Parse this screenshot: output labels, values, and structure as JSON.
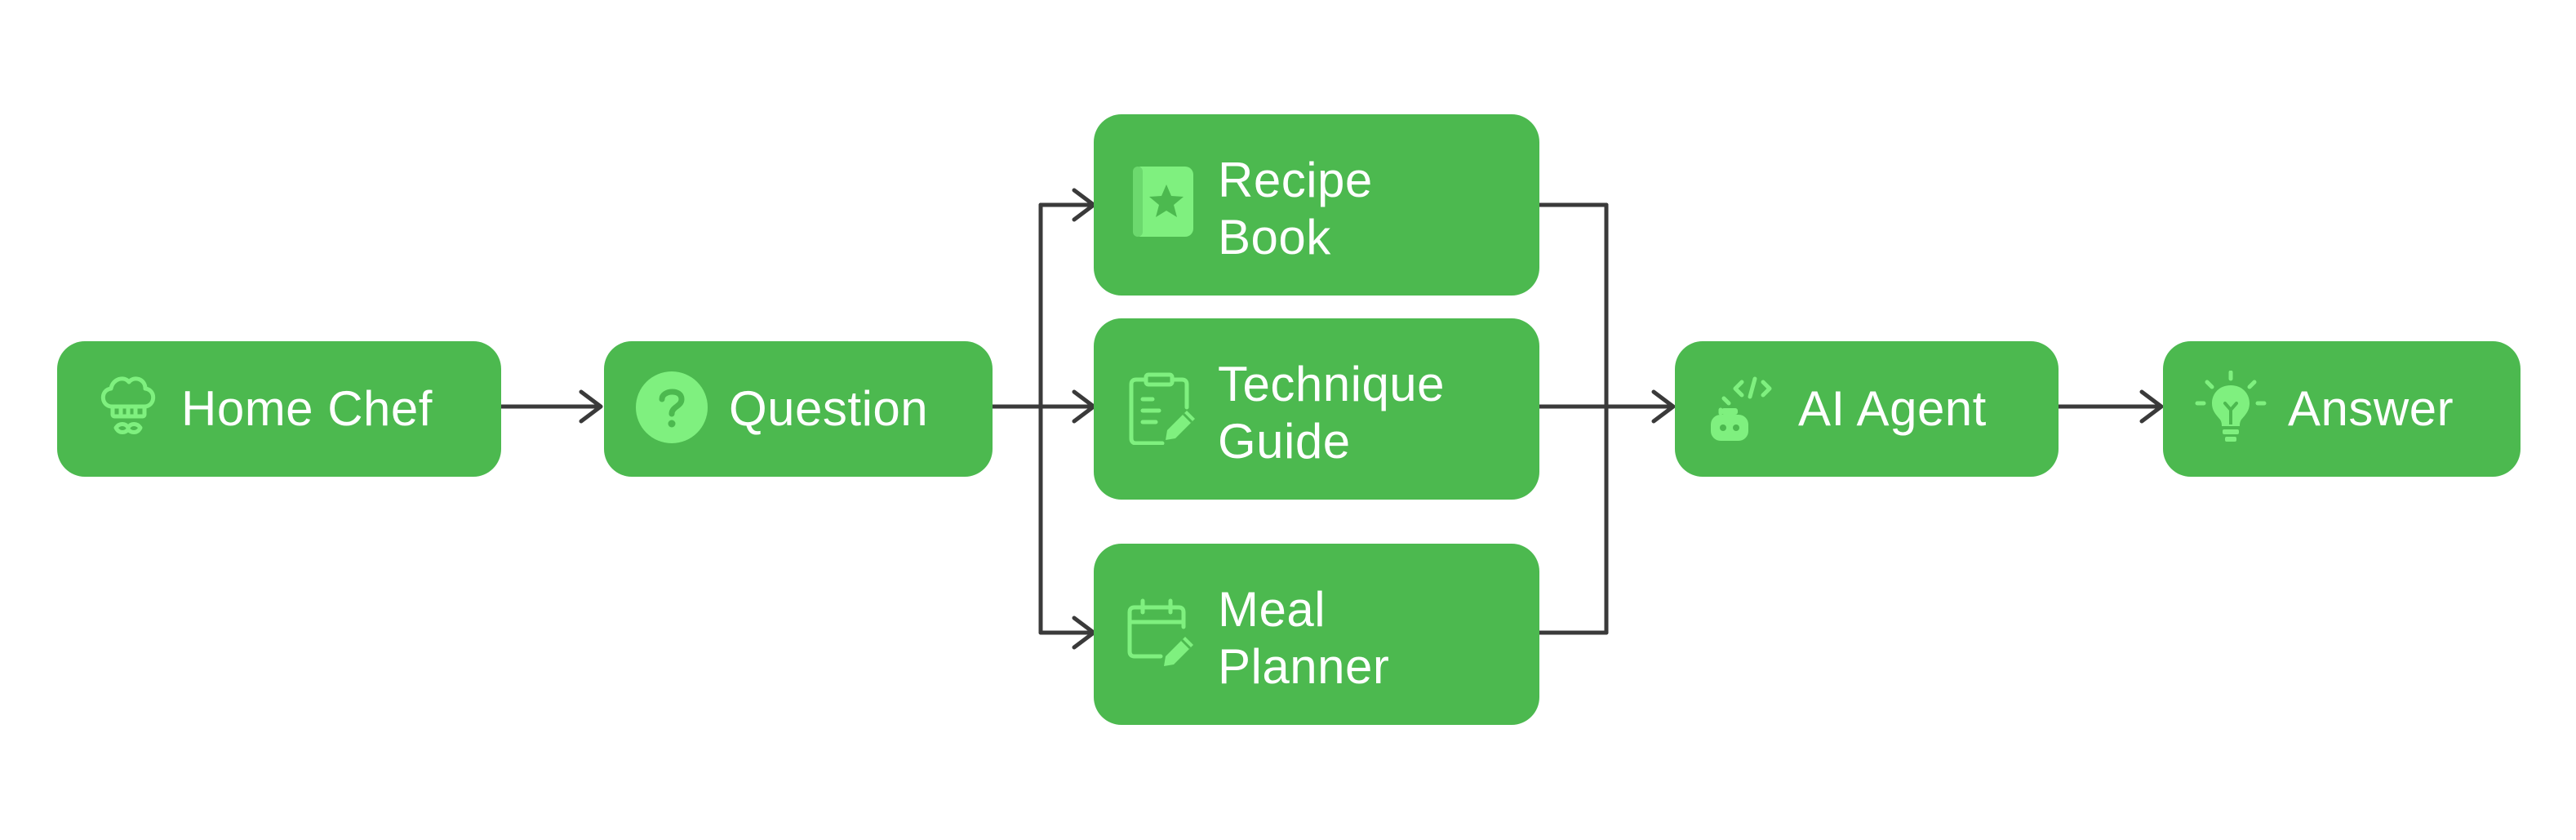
{
  "diagram": {
    "nodes": [
      {
        "id": "home-chef",
        "label": "Home Chef",
        "icon": "chef-hat-icon"
      },
      {
        "id": "question",
        "label": "Question",
        "icon": "question-circle-icon"
      },
      {
        "id": "recipe-book",
        "label_lines": [
          "Recipe",
          "Book"
        ],
        "icon": "star-book-icon"
      },
      {
        "id": "technique-guide",
        "label_lines": [
          "Technique",
          "Guide"
        ],
        "icon": "clipboard-pencil-icon"
      },
      {
        "id": "meal-planner",
        "label_lines": [
          "Meal",
          "Planner"
        ],
        "icon": "calendar-pencil-icon"
      },
      {
        "id": "ai-agent",
        "label": "AI Agent",
        "icon": "robot-code-icon"
      },
      {
        "id": "answer",
        "label": "Answer",
        "icon": "lightbulb-icon"
      }
    ],
    "edges": [
      [
        "home-chef",
        "question"
      ],
      [
        "question",
        "recipe-book"
      ],
      [
        "question",
        "technique-guide"
      ],
      [
        "question",
        "meal-planner"
      ],
      [
        "recipe-book",
        "ai-agent"
      ],
      [
        "technique-guide",
        "ai-agent"
      ],
      [
        "meal-planner",
        "ai-agent"
      ],
      [
        "ai-agent",
        "answer"
      ]
    ],
    "colors": {
      "node_fill": "#4cb94f",
      "icon_color": "#7ff07f",
      "text_color": "#ffffff",
      "arrow_color": "#3a3a3a"
    }
  }
}
